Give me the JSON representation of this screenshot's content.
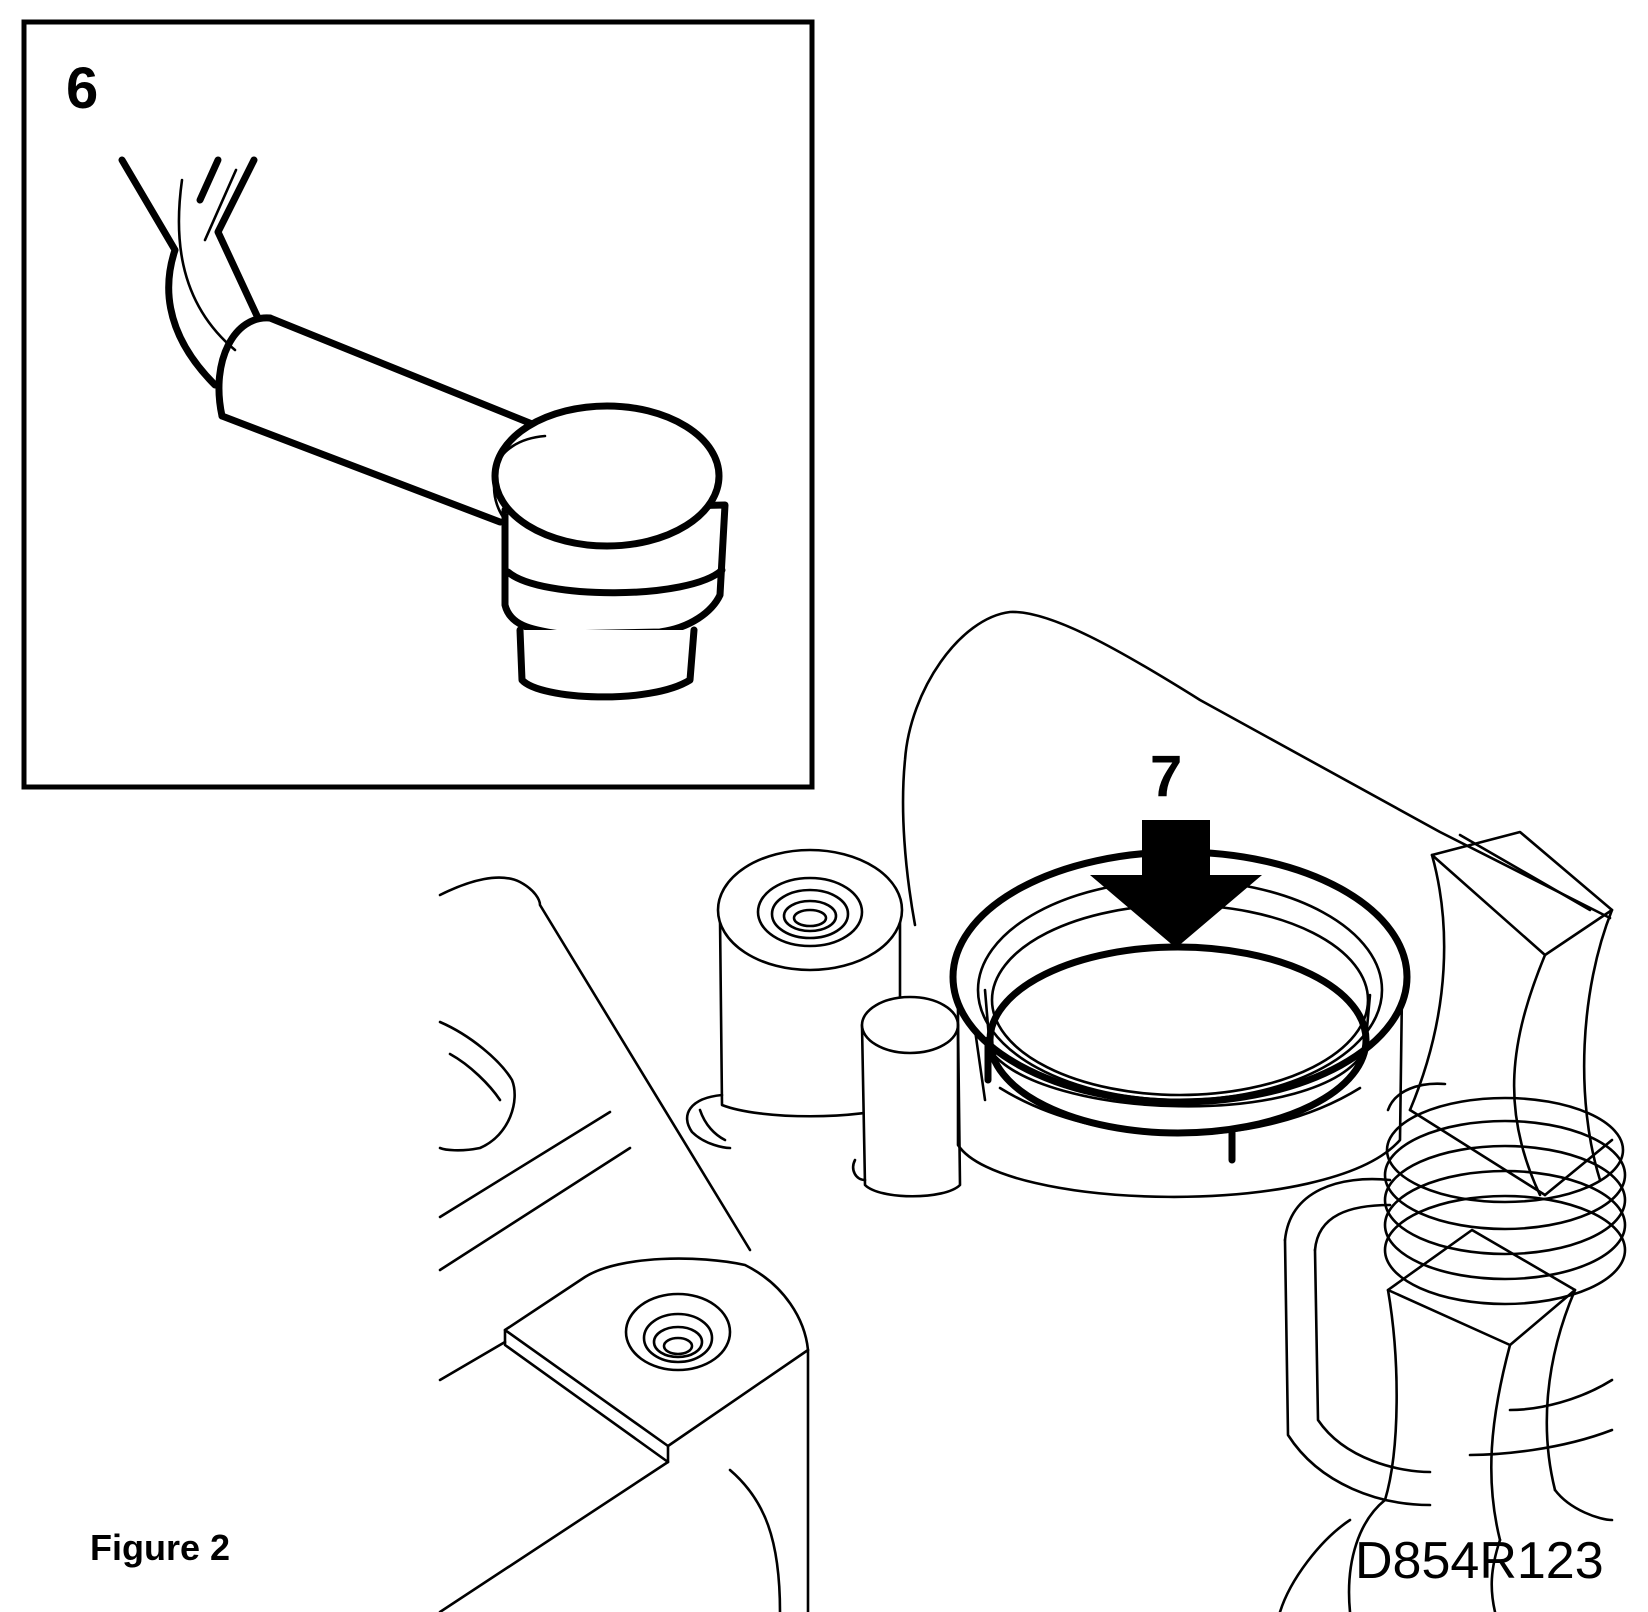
{
  "inset": {
    "callout": "6"
  },
  "main": {
    "callout": "7"
  },
  "caption": "Figure 2",
  "reference": "D854R123",
  "colors": {
    "line": "#000000",
    "background": "#ffffff"
  }
}
